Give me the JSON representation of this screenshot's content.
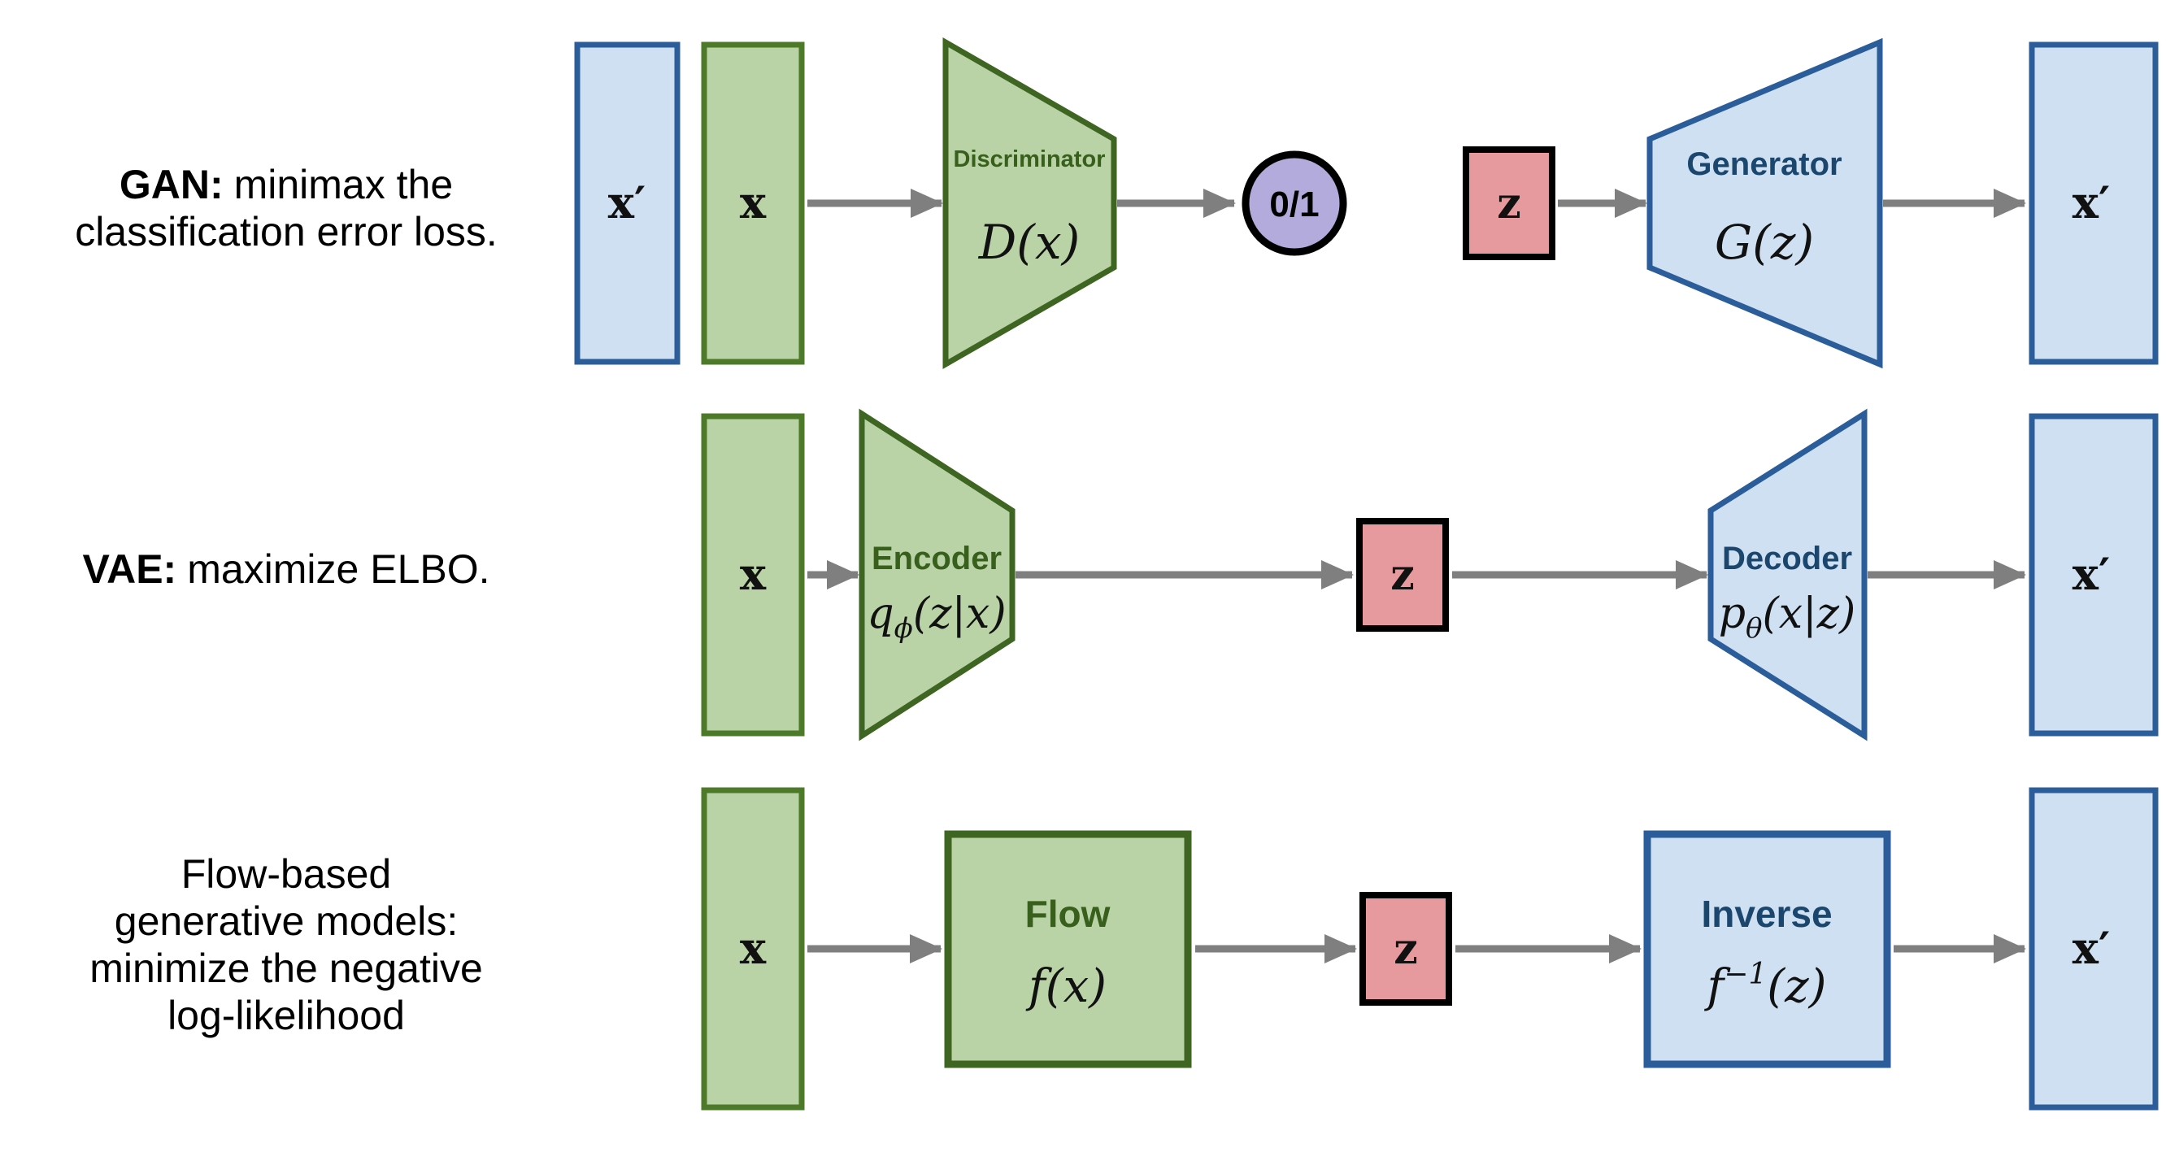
{
  "figure": {
    "colors": {
      "background": "#ffffff",
      "green_fill": "#b9d3a6",
      "green_box_stroke": "#4d7a28",
      "green_shape_stroke": "#3f6522",
      "green_text": "#38601c",
      "blue_fill": "#cfe0f2",
      "blue_stroke": "#2b5d9b",
      "blue_text": "#1b466e",
      "red_fill": "#e79a9d",
      "purple_fill": "#b3abdb",
      "black": "#000000",
      "arrow_gray": "#7f7f7f"
    },
    "rows": [
      {
        "id": "gan",
        "caption": {
          "bold": "GAN:",
          "rest": "minimax the",
          "line2": "classification error loss."
        },
        "nodes": {
          "recon_left": "x′",
          "input": "x",
          "trapezoid_title": "Discriminator",
          "trapezoid_formula": "D(x)",
          "output": "0/1",
          "latent": "z",
          "trapezoid2_title": "Generator",
          "trapezoid2_formula": "G(z)",
          "recon": "x′"
        }
      },
      {
        "id": "vae",
        "caption": {
          "bold": "VAE:",
          "rest": "maximize ELBO."
        },
        "nodes": {
          "input": "x",
          "encoder_title": "Encoder",
          "encoder_formula_base": "q",
          "encoder_formula_sub": "ϕ",
          "encoder_formula_args": "(z|x)",
          "latent": "z",
          "decoder_title": "Decoder",
          "decoder_formula_base": "p",
          "decoder_formula_sub": "θ",
          "decoder_formula_args": "(x|z)",
          "recon": "x′"
        }
      },
      {
        "id": "flow",
        "caption": {
          "bold1": "Flow-based",
          "bold2": "generative models:",
          "line3": "minimize the negative",
          "line4": "log-likelihood"
        },
        "nodes": {
          "input": "x",
          "flow_title": "Flow",
          "flow_formula_base": "f",
          "flow_formula_args": "(x)",
          "latent": "z",
          "inverse_title": "Inverse",
          "inverse_formula_base": "f",
          "inverse_formula_sup": "−1",
          "inverse_formula_args": "(z)",
          "recon": "x′"
        }
      }
    ]
  }
}
